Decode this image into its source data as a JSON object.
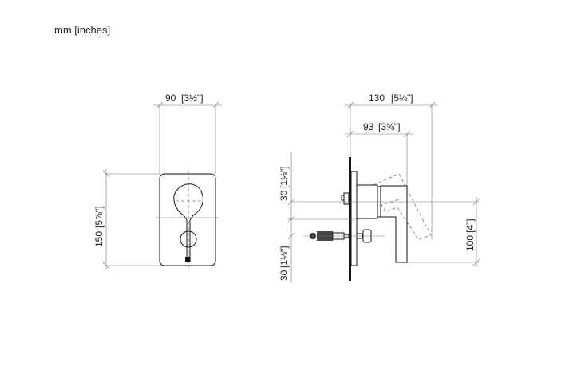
{
  "units_label": "mm [inches]",
  "front_view": {
    "width_dim": {
      "mm": "90",
      "inches": "[3½\"]"
    },
    "height_dim": {
      "mm": "150",
      "inches": "[5⅞\"]"
    }
  },
  "side_view": {
    "overall_depth_dim": {
      "mm": "130",
      "inches": "[5⅛\"]"
    },
    "handle_depth_dim": {
      "mm": "93",
      "inches": "[3⅝\"]"
    },
    "upper_offset_dim": {
      "mm": "30",
      "inches": "[1⅛\"]"
    },
    "lower_offset_dim": {
      "mm": "30",
      "inches": "[1⅛\"]"
    },
    "spout_height_dim": {
      "mm": "100",
      "inches": "[4\"]"
    }
  }
}
